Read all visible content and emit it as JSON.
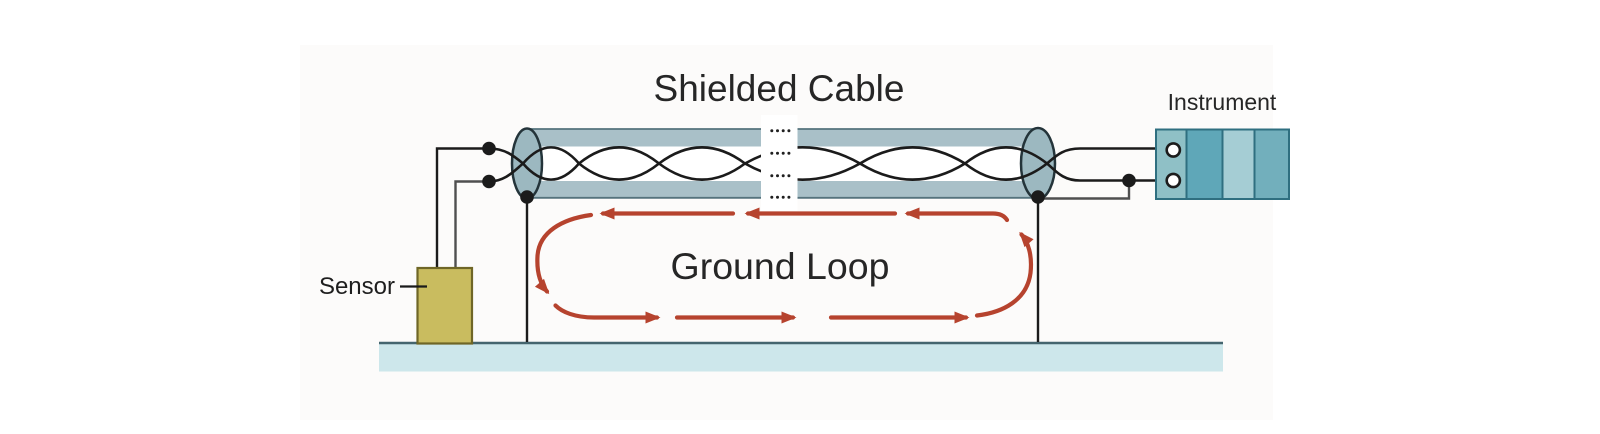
{
  "title": "Shielded Cable",
  "labels": {
    "ground_loop": "Ground Loop",
    "sensor": "Sensor",
    "instrument": "Instrument"
  },
  "colors": {
    "loop_arrow": "#b6432e",
    "shield_band": "#a9c0c8",
    "shield_edge": "#55737d",
    "cable_cap": "#9cb8c0",
    "cap_edge": "#24343a",
    "sensor_fill": "#c9bc5f",
    "sensor_border": "#6f6626",
    "ground_plane": "#cde7eb",
    "ground_plane_edge": "#44656e",
    "instrument_border": "#2f6f80",
    "instrument_sections": [
      "#8fc0c6",
      "#5fa7b8",
      "#a5cdd4",
      "#72afbc"
    ],
    "wire": "#1b1b1b",
    "wire_secondary": "#4f4f4f"
  }
}
